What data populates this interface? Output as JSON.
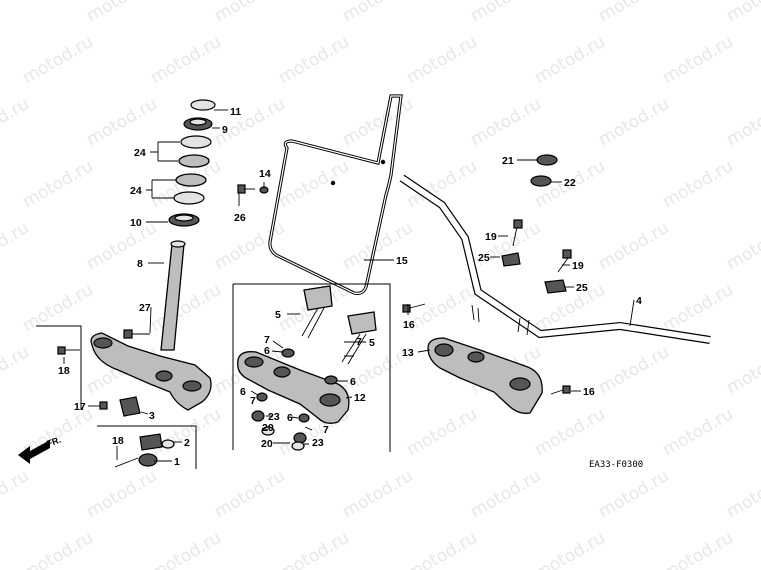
{
  "watermark": "motod.ru",
  "figure_code": "EA33-F0300",
  "direction_label": "FR.",
  "callouts": [
    {
      "id": "c1",
      "text": "1"
    },
    {
      "id": "c2",
      "text": "2"
    },
    {
      "id": "c3",
      "text": "3"
    },
    {
      "id": "c4",
      "text": "4"
    },
    {
      "id": "c5a",
      "text": "5"
    },
    {
      "id": "c5b",
      "text": "5"
    },
    {
      "id": "c6a",
      "text": "6"
    },
    {
      "id": "c6b",
      "text": "6"
    },
    {
      "id": "c6c",
      "text": "6"
    },
    {
      "id": "c6d",
      "text": "6"
    },
    {
      "id": "c7a",
      "text": "7"
    },
    {
      "id": "c7b",
      "text": "7"
    },
    {
      "id": "c7c",
      "text": "7"
    },
    {
      "id": "c7d",
      "text": "7"
    },
    {
      "id": "c8",
      "text": "8"
    },
    {
      "id": "c9",
      "text": "9"
    },
    {
      "id": "c10",
      "text": "10"
    },
    {
      "id": "c11",
      "text": "11"
    },
    {
      "id": "c12",
      "text": "12"
    },
    {
      "id": "c13",
      "text": "13"
    },
    {
      "id": "c14",
      "text": "14"
    },
    {
      "id": "c15",
      "text": "15"
    },
    {
      "id": "c16a",
      "text": "16"
    },
    {
      "id": "c16b",
      "text": "16"
    },
    {
      "id": "c17",
      "text": "17"
    },
    {
      "id": "c18a",
      "text": "18"
    },
    {
      "id": "c18b",
      "text": "18"
    },
    {
      "id": "c19a",
      "text": "19"
    },
    {
      "id": "c19b",
      "text": "19"
    },
    {
      "id": "c20a",
      "text": "20"
    },
    {
      "id": "c20b",
      "text": "20"
    },
    {
      "id": "c21",
      "text": "21"
    },
    {
      "id": "c22",
      "text": "22"
    },
    {
      "id": "c23a",
      "text": "23"
    },
    {
      "id": "c23b",
      "text": "23"
    },
    {
      "id": "c24a",
      "text": "24"
    },
    {
      "id": "c24b",
      "text": "24"
    },
    {
      "id": "c25a",
      "text": "25"
    },
    {
      "id": "c25b",
      "text": "25"
    },
    {
      "id": "c26",
      "text": "26"
    },
    {
      "id": "c27",
      "text": "27"
    }
  ]
}
